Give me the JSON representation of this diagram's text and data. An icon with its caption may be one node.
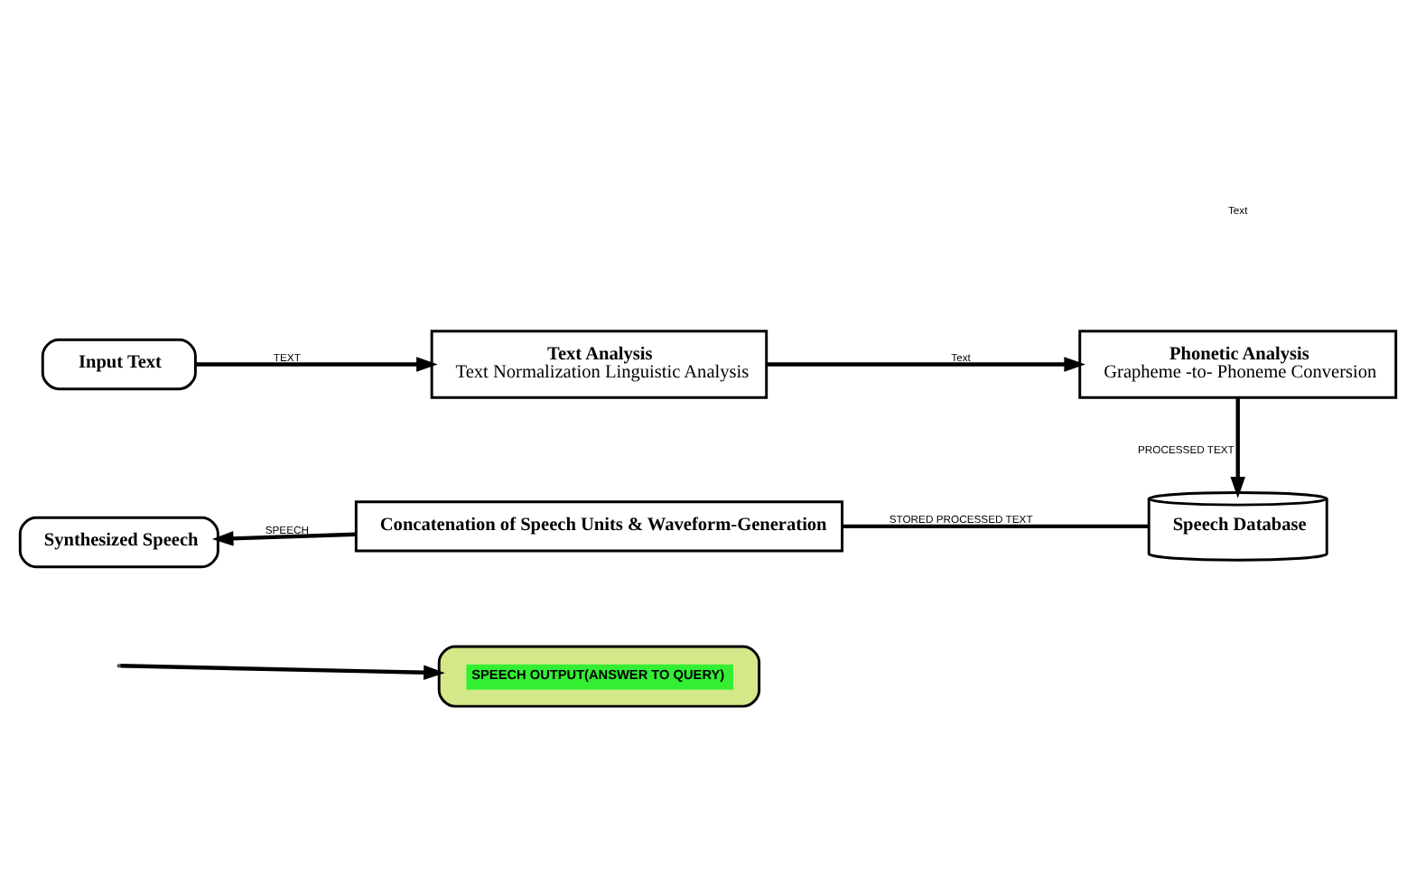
{
  "diagram": {
    "nodes": [
      {
        "text": [
          "Input Text"
        ]
      },
      {
        "text": [
          "Text Analysis",
          "Text Normalization Linguistic Analysis"
        ]
      },
      {
        "text": [
          "Phonetic Analysis",
          "Grapheme -to- Phoneme Conversion"
        ]
      },
      {
        "text": [
          "Speech Database"
        ]
      },
      {
        "text": [
          "Concatenation of Speech Units & Waveform-Generation"
        ]
      },
      {
        "text": [
          "Synthesized Speech"
        ]
      },
      {
        "text": [
          "SPEECH OUTPUT(ANSWER TO QUERY)"
        ]
      }
    ],
    "edges": [
      {
        "from": 0,
        "to": 1,
        "arrow": "to",
        "label": "TEXT"
      },
      {
        "from": 1,
        "to": 2,
        "arrow": "to",
        "label": "Text"
      },
      {
        "from": 2,
        "to": 3,
        "arrow": "to",
        "label": "PROCESSED TEXT"
      },
      {
        "from": 3,
        "to": 4,
        "arrow": "none",
        "label": "STORED PROCESSED TEXT"
      },
      {
        "from": 4,
        "to": 5,
        "arrow": "to",
        "label": "SPEECH"
      },
      {
        "from": null,
        "to": 6,
        "arrow": "to"
      }
    ],
    "labels": [
      "Text"
    ]
  }
}
